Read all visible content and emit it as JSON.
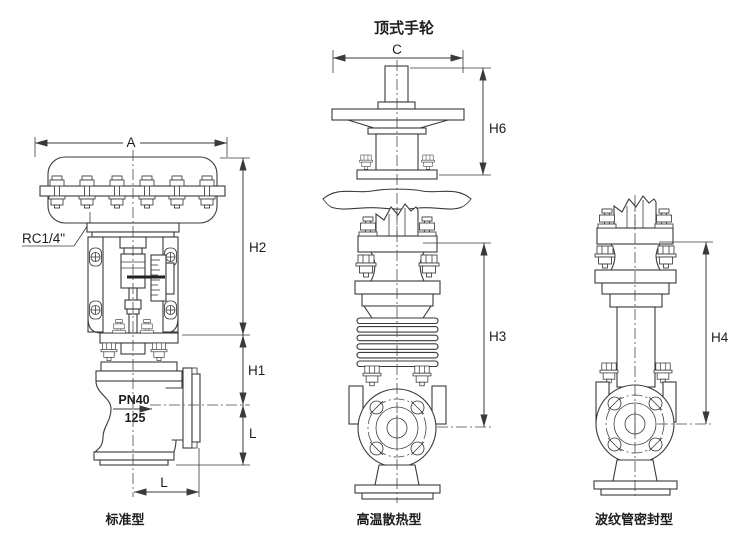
{
  "drawing": {
    "handwheel_view_title": "顶式手轮",
    "captions": {
      "standard": "标准型",
      "high_temp": "高温散热型",
      "bellows": "波纹管密封型"
    },
    "dims": {
      "A": "A",
      "C": "C",
      "H1": "H1",
      "H2": "H2",
      "H3": "H3",
      "H4": "H4",
      "H6": "H6",
      "L": "L"
    },
    "annotations": {
      "air_connection": "RC1/4\"",
      "pressure_rating": "PN40",
      "nominal_size": "125"
    },
    "colors": {
      "line": "#3a3a3a",
      "text": "#1d1d1d",
      "background": "#ffffff"
    }
  }
}
